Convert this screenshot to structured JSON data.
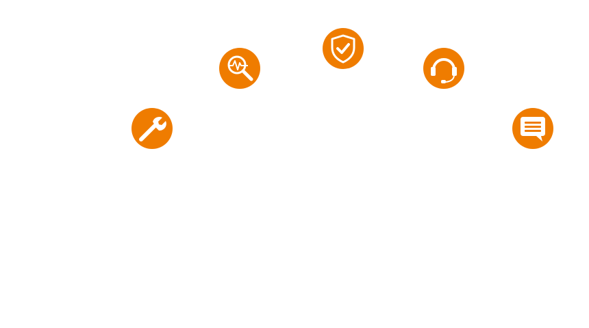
{
  "colors": {
    "accent": "#EF7C00",
    "icon_fg": "#FFFFFF",
    "background": "#FFFFFF"
  },
  "icons": [
    {
      "id": "wrench",
      "semantic": "wrench-icon"
    },
    {
      "id": "analysis",
      "semantic": "magnifier-pulse-icon"
    },
    {
      "id": "shield",
      "semantic": "shield-check-icon"
    },
    {
      "id": "headset",
      "semantic": "headset-icon"
    },
    {
      "id": "chat",
      "semantic": "chat-bubble-icon"
    }
  ]
}
